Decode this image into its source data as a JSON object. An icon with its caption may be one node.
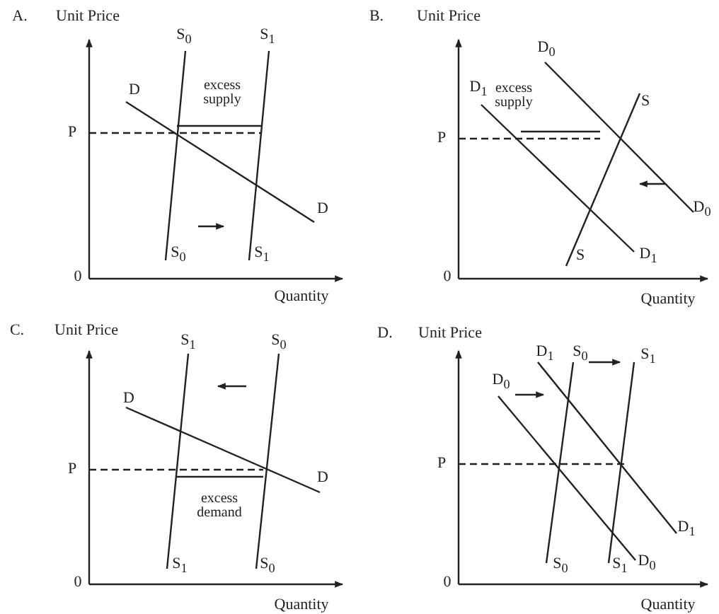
{
  "diagram": {
    "labels": [
      "A.",
      "Unit Price",
      "S$_{0}$",
      "S$_{1}$",
      "excess supply",
      "D",
      "P",
      "D",
      "S$_{0}$",
      "S$_{1}$",
      "0",
      "Quantity",
      "B.",
      "Unit Price",
      "D$_{0}$",
      "D$_{1}$",
      "excess supply",
      "S",
      "P",
      "D$_{0}$",
      "S",
      "D$_{1}$",
      "0",
      "Quantity",
      "C.",
      "Unit Price",
      "S$_{1}$",
      "S$_{0}$",
      "D",
      "P",
      "D",
      "excess demand",
      "S$_{1}$",
      "S$_{0}$",
      "0",
      "Quantity",
      "D.",
      "Unit Price",
      "D$_{1}$",
      "S$_{0}$",
      "S$_{1}$",
      "D$_{0}$",
      "P",
      "D$_{1}$",
      "S$_{0}$",
      "S$_{1}$",
      "D$_{0}$",
      "0",
      "Quantity"
    ]
  }
}
